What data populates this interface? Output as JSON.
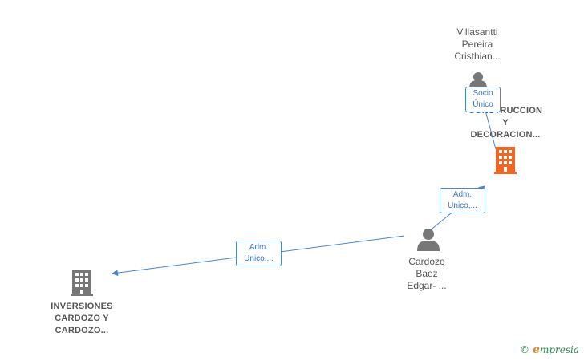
{
  "nodes": {
    "person_top": {
      "label": "Villasantti\nPereira\nCristhian..."
    },
    "company_top": {
      "label": "CONSTRUCCION\nY\nDECORACION..."
    },
    "person_center": {
      "label": "Cardozo\nBaez\nEdgar- ..."
    },
    "company_bottom": {
      "label": "INVERSIONES\nCARDOZO Y\nCARDOZO..."
    }
  },
  "edges": {
    "socio": {
      "label_line1": "Socio",
      "label_line2": "Único"
    },
    "adm_top": {
      "label_line1": "Adm.",
      "label_line2": "Unico,..."
    },
    "adm_bottom": {
      "label_line1": "Adm.",
      "label_line2": "Unico,..."
    }
  },
  "colors": {
    "edge": "#4a86c8",
    "person": "#777777",
    "company_highlight": "#f26522",
    "company_default": "#777777"
  },
  "icons": {
    "person": "person-icon",
    "company": "building-icon"
  },
  "brand": {
    "copyright": "©",
    "initial": "e",
    "rest": "mpresia"
  }
}
